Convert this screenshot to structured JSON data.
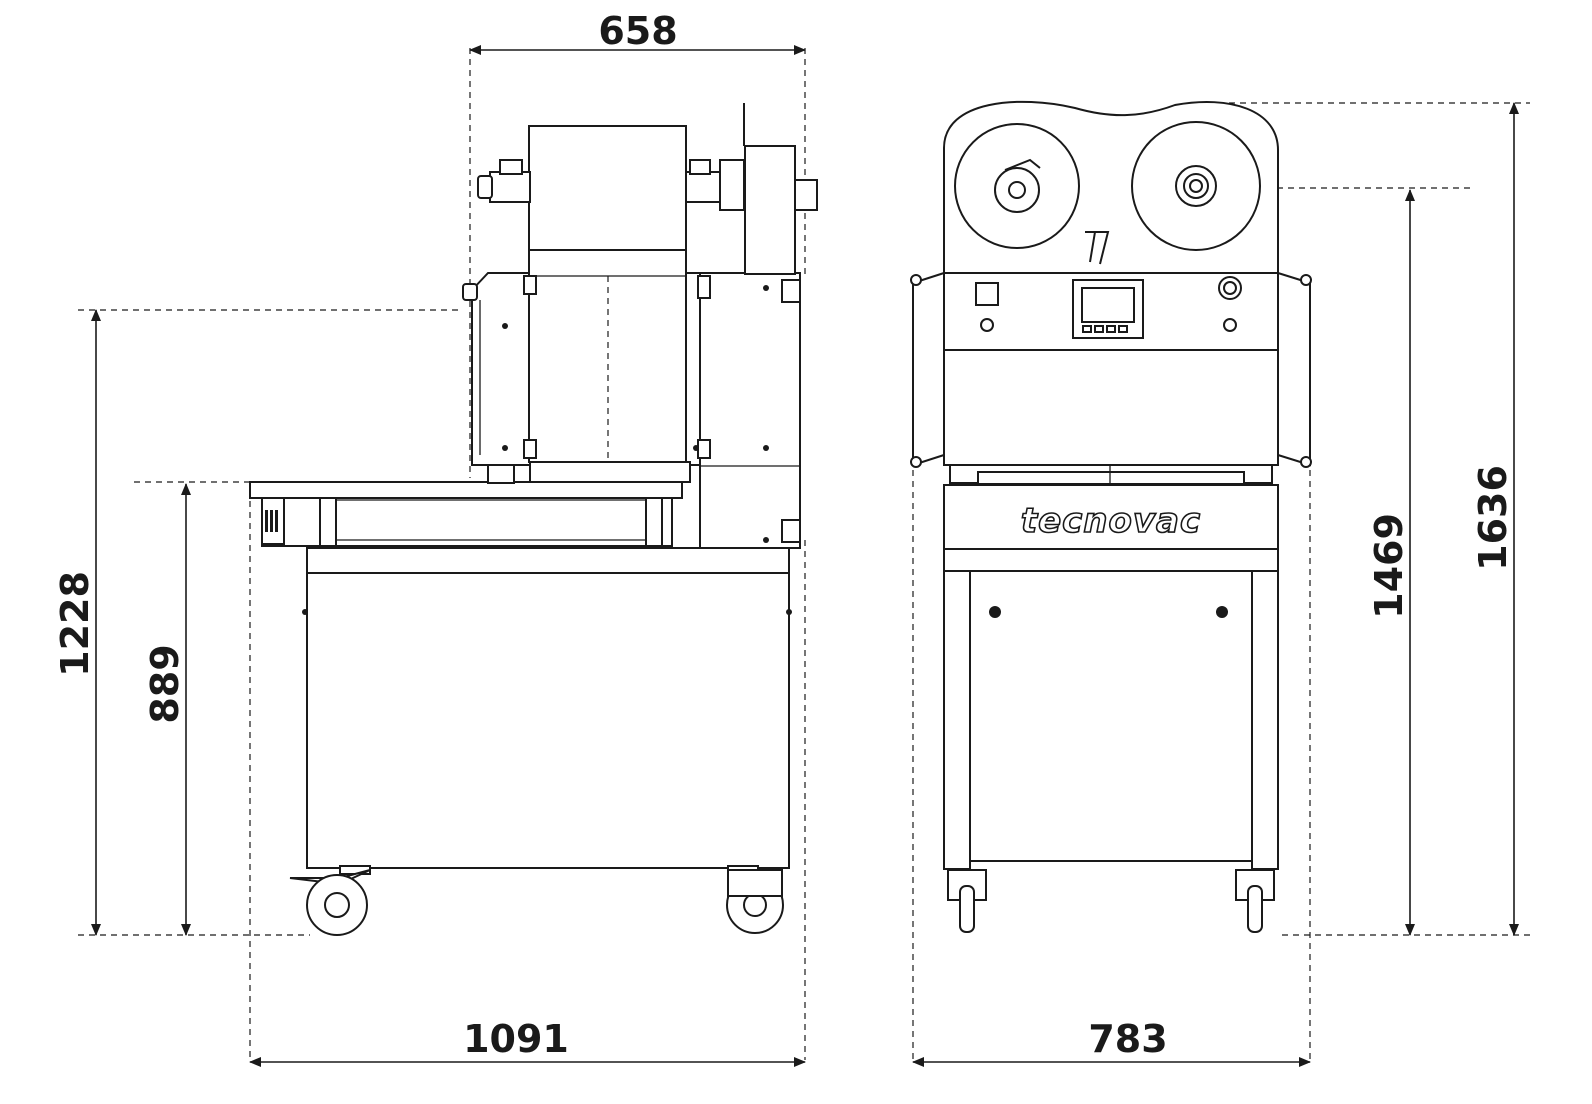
{
  "dimensions": {
    "top_width": "658",
    "side_height_1228": "1228",
    "side_height_889": "889",
    "side_length": "1091",
    "front_width": "783",
    "front_height_1469": "1469",
    "front_height_1636": "1636"
  },
  "brand": {
    "logo_text": "tecnovac"
  }
}
